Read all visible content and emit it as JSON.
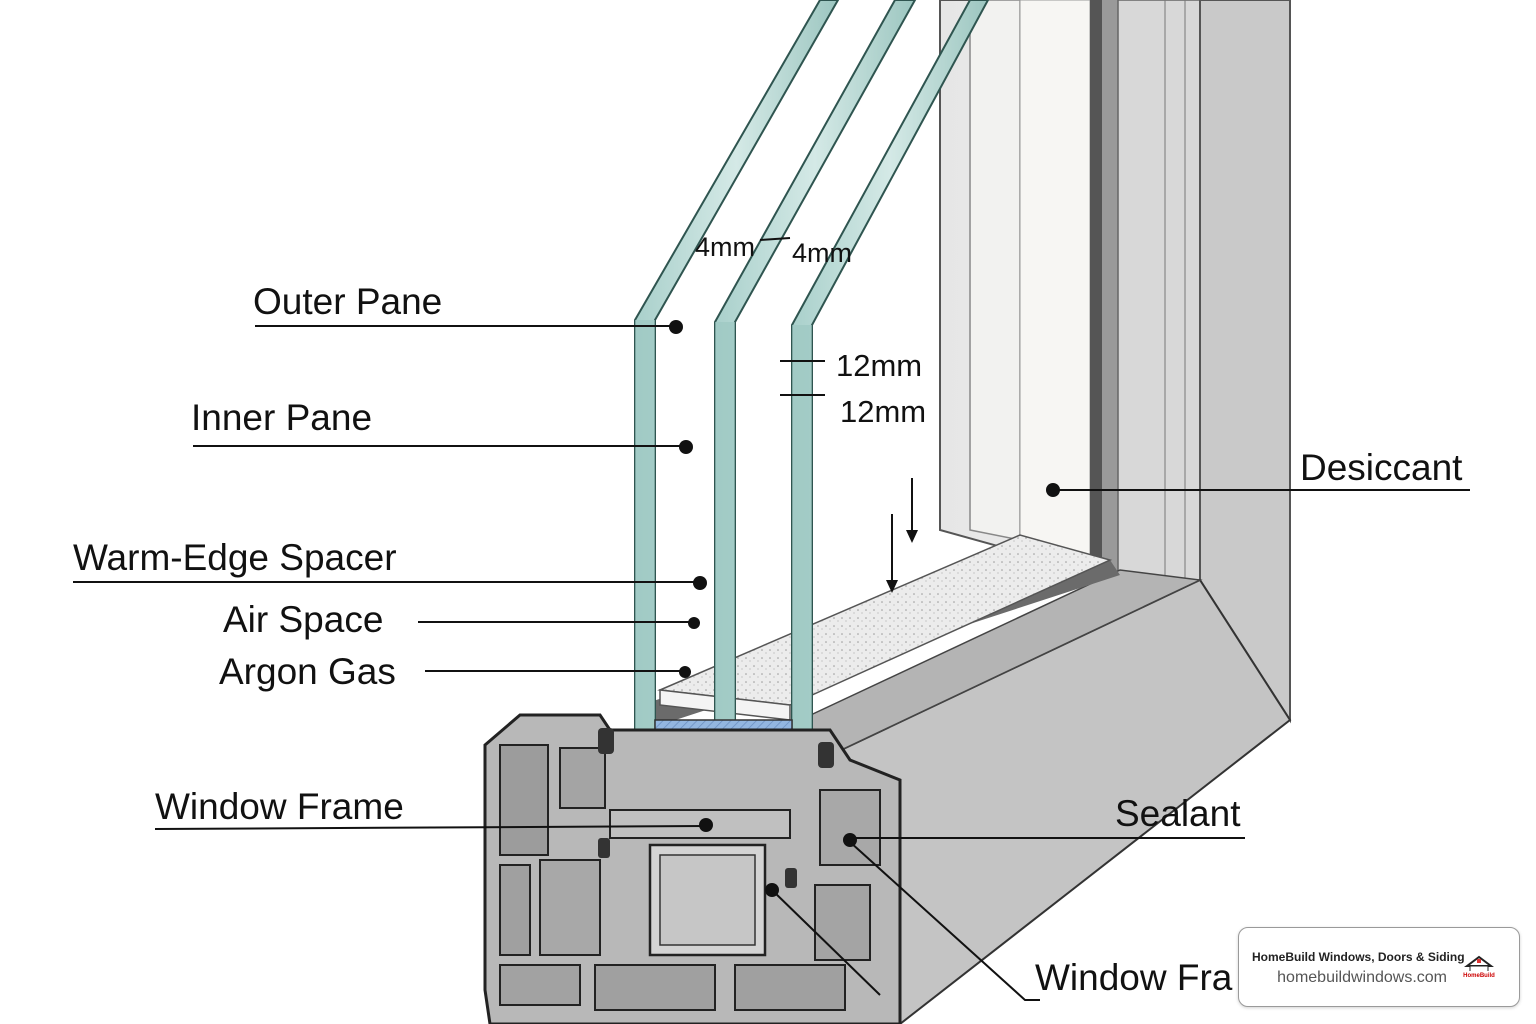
{
  "labels": {
    "outer_pane": "Outer Pane",
    "inner_pane": "Inner Pane",
    "warm_edge_spacer": "Warm-Edge Spacer",
    "air_space": "Air Space",
    "argon_gas": "Argon Gas",
    "window_frame": "Window Frame",
    "desiccant": "Desiccant",
    "sealant": "Sealant",
    "window_frame_cut": "Window Fra"
  },
  "dimensions": {
    "pane_thickness_1": "4mm",
    "pane_thickness_2": "4mm",
    "gap_1": "12mm",
    "gap_2": "12mm"
  },
  "watermark": {
    "company": "HomeBuild Windows, Doors & Siding",
    "url": "homebuildwindows.com",
    "logo_text": "HomeBuild"
  },
  "colors": {
    "glass": "#cfe3df",
    "glass_edge": "#7fb3ad",
    "spacer_blue": "#8fb2dc",
    "spacer_orange": "#d9622f",
    "desiccant_green": "#8fd6b0",
    "frame_gray": "#c8c8c8",
    "frame_dark": "#8a8a8a"
  }
}
